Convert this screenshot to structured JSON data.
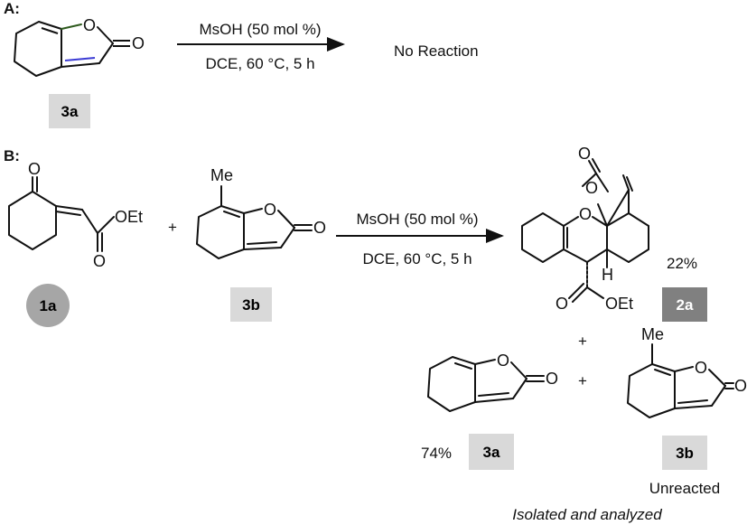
{
  "section_a": {
    "label": "A:",
    "conditions_top": "MsOH (50 mol %)",
    "conditions_bottom": "DCE, 60 °C, 5 h",
    "result": "No Reaction",
    "compound_label": "3a",
    "highlight_colors": {
      "dienol_bond": "#2e5a1e",
      "olefin_bond": "#3b3bd4"
    }
  },
  "section_b": {
    "label": "B:",
    "plus": "+",
    "conditions_top": "MsOH (50 mol %)",
    "conditions_bottom": "DCE, 60 °C, 5 h",
    "reactant_1_label": "1a",
    "reactant_2_label": "3b",
    "product_label": "2a",
    "product_yield": "22%",
    "byproduct_1_label": "3a",
    "byproduct_1_yield": "74%",
    "byproduct_2_label": "3b",
    "byproduct_2_note": "Unreacted",
    "footer_note": "Isolated and analyzed",
    "label_colors": {
      "1a": "#a6a6a6",
      "2a": "#808080",
      "3a": "#d9d9d9",
      "3b": "#d9d9d9"
    }
  },
  "atoms": {
    "oxygen": "O",
    "methyl": "Me",
    "ethoxy": "OEt",
    "hydrogen": "H"
  }
}
